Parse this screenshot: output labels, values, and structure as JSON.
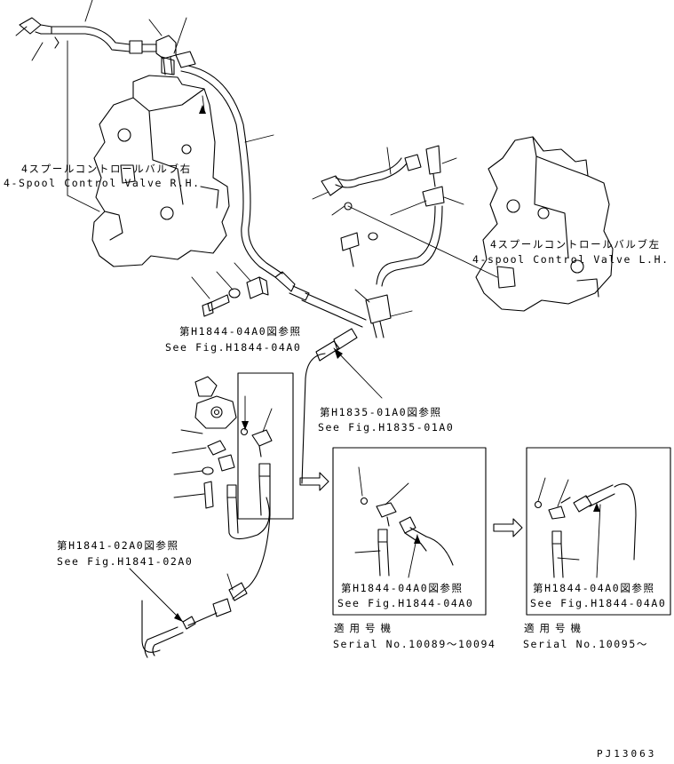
{
  "labels": {
    "valve_rh_jp": "4スプールコントロールバルブ右",
    "valve_rh_en": "4-Spool Control Valve R.H.",
    "valve_lh_jp": "4スプールコントロールバルブ左",
    "valve_lh_en": "4-spool Control Valve L.H.",
    "ref_h1844_a_jp": "第H1844-04A0図参照",
    "ref_h1844_a_en": "See Fig.H1844-04A0",
    "ref_h1835_jp": "第H1835-01A0図参照",
    "ref_h1835_en": "See Fig.H1835-01A0",
    "ref_h1841_jp": "第H1841-02A0図参照",
    "ref_h1841_en": "See Fig.H1841-02A0",
    "ref_h1844_b_jp": "第H1844-04A0図参照",
    "ref_h1844_b_en": "See Fig.H1844-04A0",
    "ref_h1844_c_jp": "第H1844-04A0図参照",
    "ref_h1844_c_en": "See Fig.H1844-04A0",
    "serial_a_jp": "適用号機",
    "serial_a_en": "Serial No.10089～10094",
    "serial_b_jp": "適用号機",
    "serial_b_en": "Serial No.10095～",
    "doc_code": "PJ13063"
  },
  "colors": {
    "line": "#000000",
    "background": "#ffffff"
  }
}
